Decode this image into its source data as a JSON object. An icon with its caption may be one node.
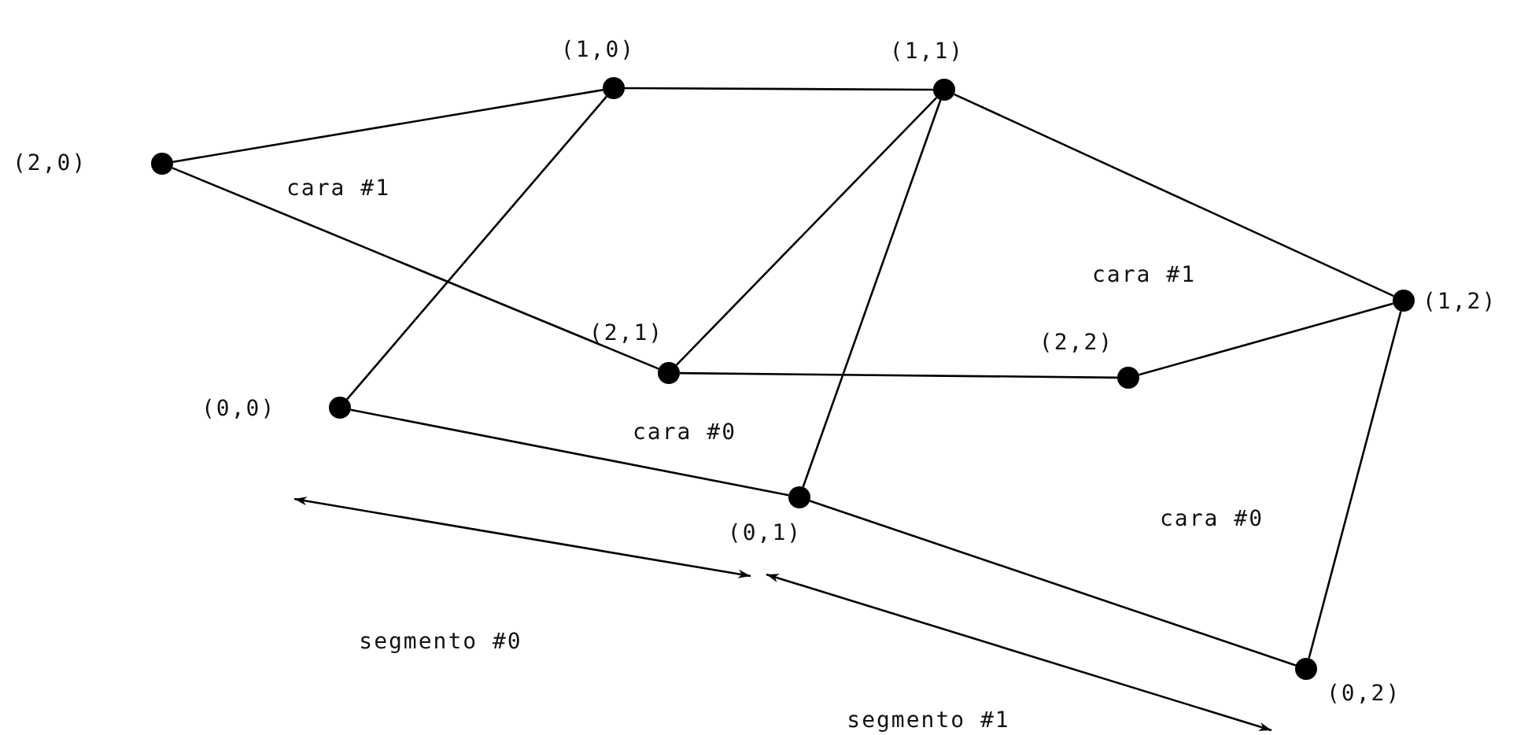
{
  "diagram": {
    "nodes": [
      {
        "text": [],
        "shape": "circle",
        "beside": [
          "(1,0)"
        ]
      },
      {
        "text": [],
        "shape": "circle",
        "beside": [
          "(1,1)"
        ]
      },
      {
        "text": [],
        "shape": "circle",
        "beside": [
          "(2,0)"
        ]
      },
      {
        "text": [],
        "shape": "circle",
        "beside": [
          "(2,1)"
        ]
      },
      {
        "text": [],
        "shape": "circle",
        "beside": [
          "(2,2)"
        ]
      },
      {
        "text": [],
        "shape": "circle",
        "beside": [
          "(1,2)"
        ]
      },
      {
        "text": [],
        "shape": "circle",
        "beside": [
          "(0,0)"
        ]
      },
      {
        "text": [],
        "shape": "circle",
        "beside": [
          "(0,1)"
        ]
      },
      {
        "text": [],
        "shape": "circle",
        "beside": [
          "(0,2)"
        ]
      }
    ],
    "edges": [
      {
        "from": 2,
        "to": 0,
        "arrow": "none"
      },
      {
        "from": 0,
        "to": 1,
        "arrow": "none"
      },
      {
        "from": 1,
        "to": 5,
        "arrow": "none"
      },
      {
        "from": 2,
        "to": 3,
        "arrow": "none"
      },
      {
        "from": 0,
        "to": 6,
        "arrow": "none"
      },
      {
        "from": 1,
        "to": 3,
        "arrow": "none"
      },
      {
        "from": 1,
        "to": 7,
        "arrow": "none"
      },
      {
        "from": 3,
        "to": 4,
        "arrow": "none"
      },
      {
        "from": 4,
        "to": 5,
        "arrow": "none"
      },
      {
        "from": 6,
        "to": 7,
        "arrow": "none"
      },
      {
        "from": 7,
        "to": 8,
        "arrow": "none"
      },
      {
        "from": 5,
        "to": 8,
        "arrow": "none"
      }
    ],
    "labels": [
      "cara #1",
      "cara #1",
      "cara #0",
      "cara #0",
      "segmento #0",
      "segmento #1"
    ]
  }
}
